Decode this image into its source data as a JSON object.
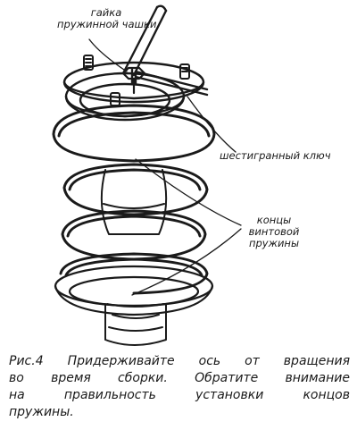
{
  "labels": {
    "cup_nut_line1": "гайка",
    "cup_nut_line2": "пружинной чашки",
    "hex_key": "шестигранный ключ",
    "spring_ends_line1": "концы",
    "spring_ends_line2": "винтовой",
    "spring_ends_line3": "пружины"
  },
  "caption": {
    "line1": "Рис.4 Придерживайте ось от вращения",
    "line2": "во время сборки. Обратите внимание",
    "line3": "на правильность установки концов",
    "line4": "пружины."
  }
}
